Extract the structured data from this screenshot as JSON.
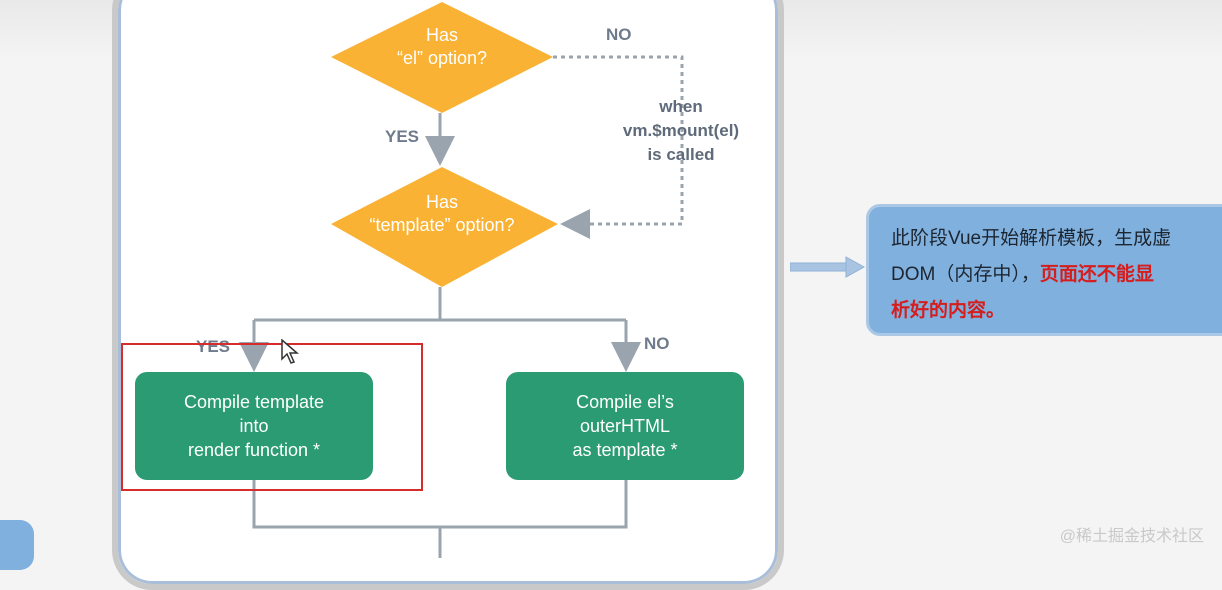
{
  "diagram": {
    "decision1": {
      "line1": "Has",
      "line2": "“el” option?"
    },
    "decision2": {
      "line1": "Has",
      "line2": "“template” option?"
    },
    "labels": {
      "no_top": "NO",
      "yes_middle": "YES",
      "yes_left": "YES",
      "no_right": "NO"
    },
    "mount_note": {
      "line1": "when",
      "line2": "vm.$mount(el)",
      "line3": "is called"
    },
    "box_left": {
      "line1": "Compile template",
      "line2": "into",
      "line3": "render function *"
    },
    "box_right": {
      "line1": "Compile el’s",
      "line2": "outerHTML",
      "line3": "as template *"
    }
  },
  "callout": {
    "line1": "此阶段Vue开始解析模板，生成虚",
    "line2_prefix": "DOM（内存中），",
    "line2_red": "页面还不能显",
    "line3_red": "析好的内容。"
  },
  "watermark": "@稀土掘金技术社区",
  "colors": {
    "decision": "#f9b233",
    "process": "#2b9b74",
    "connector": "#9aa4ae",
    "highlight": "#d62c2c",
    "callout_bg": "#7fb0de",
    "callout_red": "#d61d1d"
  }
}
